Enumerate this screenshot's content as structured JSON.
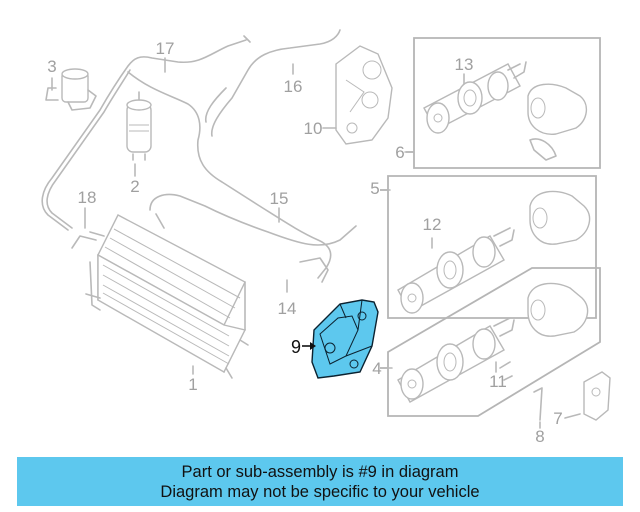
{
  "diagram": {
    "callouts": [
      "1",
      "2",
      "3",
      "4",
      "5",
      "6",
      "7",
      "8",
      "9",
      "10",
      "11",
      "12",
      "13",
      "14",
      "15",
      "16",
      "17",
      "18"
    ],
    "highlight_color": "#5dc8ee",
    "highlighted_part": "9"
  },
  "banner": {
    "line1": "Part or sub-assembly is #9 in diagram",
    "line2": "Diagram may not be specific to your vehicle",
    "background": "#5dc8ee"
  }
}
